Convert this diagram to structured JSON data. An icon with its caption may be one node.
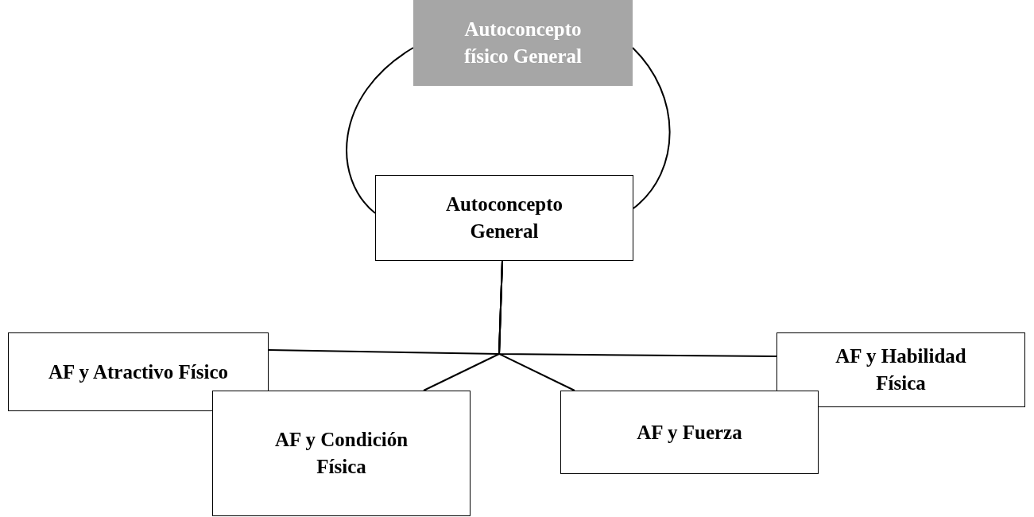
{
  "diagram": {
    "nodes": [
      {
        "text": [
          "Autoconcepto físico General"
        ]
      },
      {
        "text": [
          "Autoconcepto General"
        ]
      },
      {
        "text": [
          "AF y Atractivo Físico"
        ]
      },
      {
        "text": [
          "AF y Habilidad Física"
        ]
      },
      {
        "text": [
          "AF y Condición Física"
        ]
      },
      {
        "text": [
          "AF y Fuerza"
        ]
      }
    ],
    "edges": [
      {
        "from": 0,
        "to": 1,
        "arrow": "none"
      },
      {
        "from": 0,
        "to": 1,
        "arrow": "none"
      },
      {
        "from": 1,
        "to": 2,
        "arrow": "none"
      },
      {
        "from": 1,
        "to": 3,
        "arrow": "none"
      },
      {
        "from": 1,
        "to": 4,
        "arrow": "none"
      },
      {
        "from": 1,
        "to": 5,
        "arrow": "none"
      }
    ]
  }
}
